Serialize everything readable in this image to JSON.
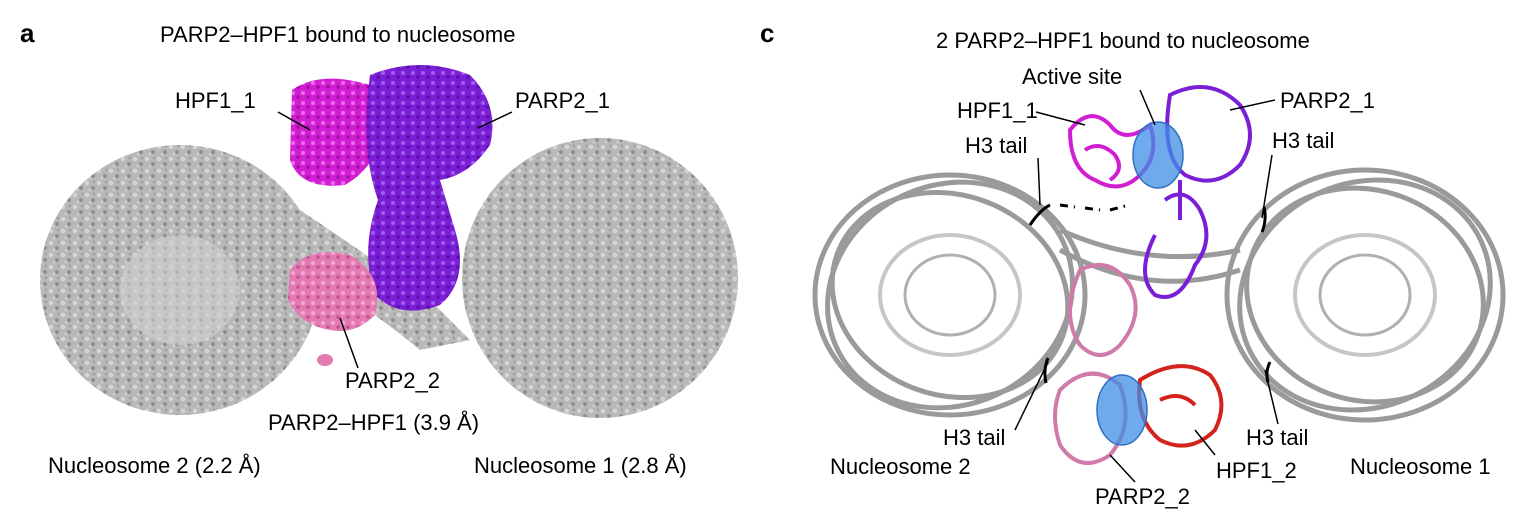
{
  "panel_a": {
    "letter": "a",
    "title": "PARP2–HPF1 bound to nucleosome",
    "labels": {
      "hpf1_1": "HPF1_1",
      "parp2_1": "PARP2_1",
      "parp2_2": "PARP2_2",
      "complex_res": "PARP2–HPF1 (3.9 Å)",
      "nuc2": "Nucleosome 2 (2.2 Å)",
      "nuc1": "Nucleosome 1 (2.8 Å)"
    }
  },
  "panel_c": {
    "letter": "c",
    "title": "2 PARP2–HPF1 bound to nucleosome",
    "labels": {
      "active_site": "Active site",
      "hpf1_1": "HPF1_1",
      "parp2_1": "PARP2_1",
      "h3_tail_tl": "H3 tail",
      "h3_tail_tr": "H3 tail",
      "h3_tail_bl": "H3 tail",
      "h3_tail_br": "H3 tail",
      "nuc2": "Nucleosome 2",
      "nuc1": "Nucleosome 1",
      "hpf1_2": "HPF1_2",
      "parp2_2": "PARP2_2"
    }
  },
  "colors": {
    "nucleosome_density": "#b4b4b4",
    "hpf1_1": "#d21ed2",
    "parp2_1": "#7a1fd6",
    "parp2_2": "#e37ab3",
    "hpf1_2": "#d4231c",
    "active_site": "#3f8fe6",
    "dna_ribbon": "#9a9a9a"
  }
}
